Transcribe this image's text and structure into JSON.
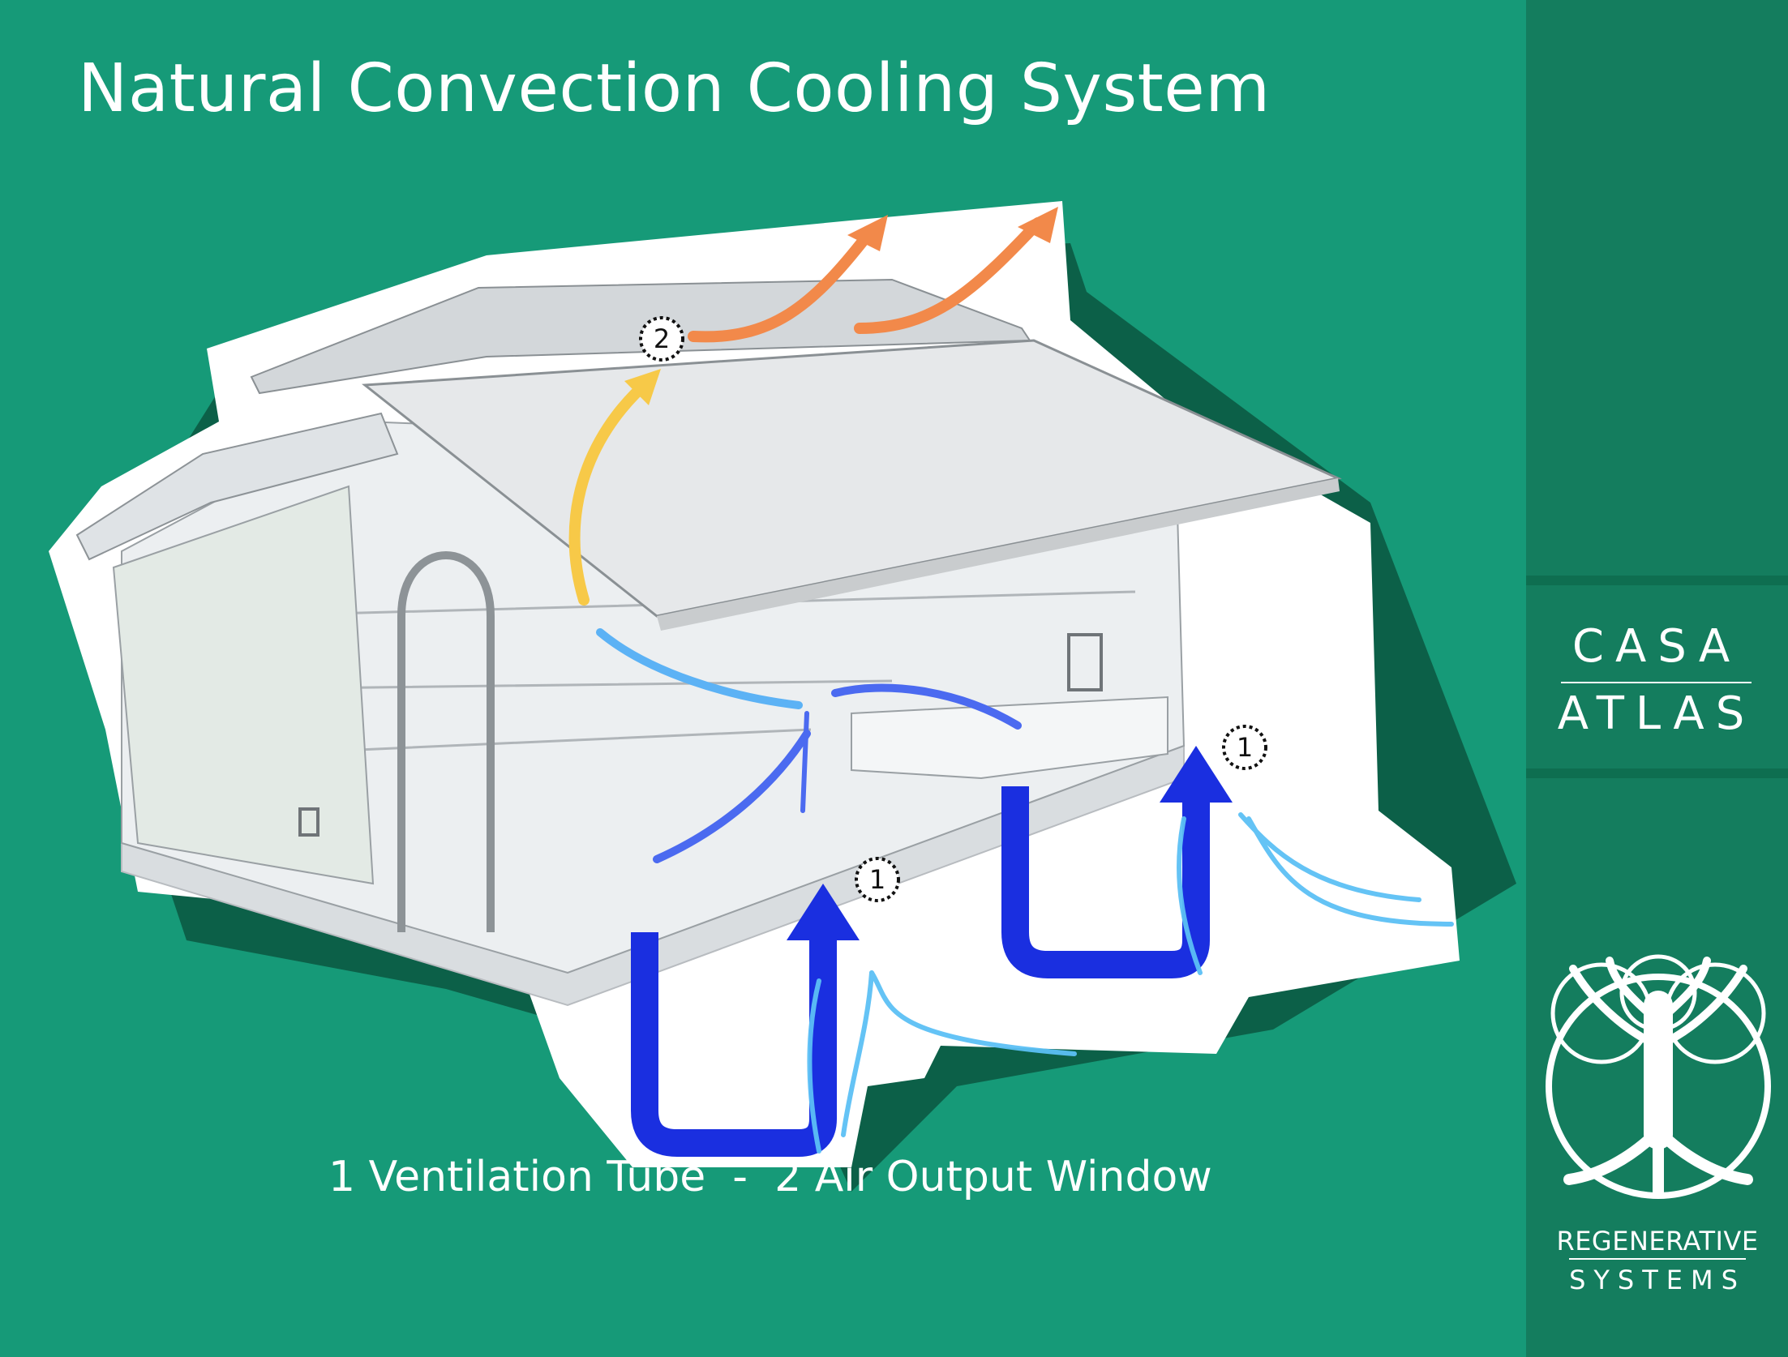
{
  "title": "Natural Convection Cooling System",
  "caption": "1 Ventilation Tube  -  2 Air Output Window",
  "brand": {
    "line1": "CASA",
    "line2": "ATLAS"
  },
  "badges": {
    "tube_a": "1",
    "tube_b": "1",
    "window": "2"
  },
  "footer": {
    "line1": "REGENERATIVE",
    "line2": "SYSTEMS"
  },
  "colors": {
    "background": "#169a78",
    "side_panel": "#147d5e",
    "tube": "#1a2fe0",
    "cool_air": "#5cc0f5",
    "interior_air": "#4b6af0",
    "warm_air": "#f7c948",
    "hot_air": "#f2894a"
  },
  "icons": [
    "tree-of-life-icon"
  ]
}
